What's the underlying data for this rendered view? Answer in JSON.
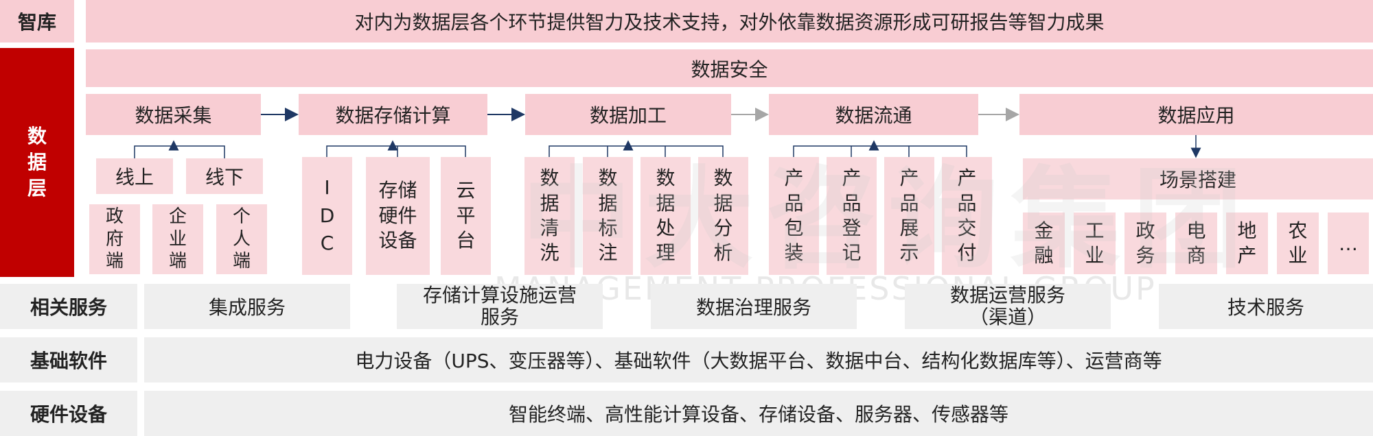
{
  "think_tank": {
    "label": "智库",
    "text": "对内为数据层各个环节提供智力及技术支持，对外依靠数据资源形成可研报告等智力成果"
  },
  "data_layer": {
    "label": "数据层",
    "security": "数据安全",
    "stages": [
      "数据采集",
      "数据存储计算",
      "数据加工",
      "数据流通",
      "数据应用"
    ],
    "collect": {
      "online": "线上",
      "offline": "线下",
      "ends": [
        "政府端",
        "企业端",
        "个人端"
      ]
    },
    "storage": [
      "IDC",
      "存储硬件设备",
      "云平台"
    ],
    "processing": [
      "数据清洗",
      "数据标注",
      "数据处理",
      "数据分析"
    ],
    "circulation": [
      "产品包装",
      "产品登记",
      "产品展示",
      "产品交付"
    ],
    "application": {
      "scene": "场景搭建",
      "sectors": [
        "金融",
        "工业",
        "政务",
        "电商",
        "地产",
        "农业",
        "…"
      ]
    }
  },
  "related_services": {
    "label": "相关服务",
    "items": [
      "集成服务",
      "存储计算设施运营\n服务",
      "数据治理服务",
      "数据运营服务\n（渠道）",
      "技术服务"
    ]
  },
  "base_software": {
    "label": "基础软件",
    "text": "电力设备（UPS、变压器等）、基础软件（大数据平台、数据中台、结构化数据库等）、运营商等"
  },
  "hardware": {
    "label": "硬件设备",
    "text": "智能终端、高性能计算设备、存储设备、服务器、传感器等"
  },
  "watermark": {
    "logo_cn": "中大咨询集团",
    "logo_en": "MANAGEMENT PROFESSIONAL GROUP"
  }
}
